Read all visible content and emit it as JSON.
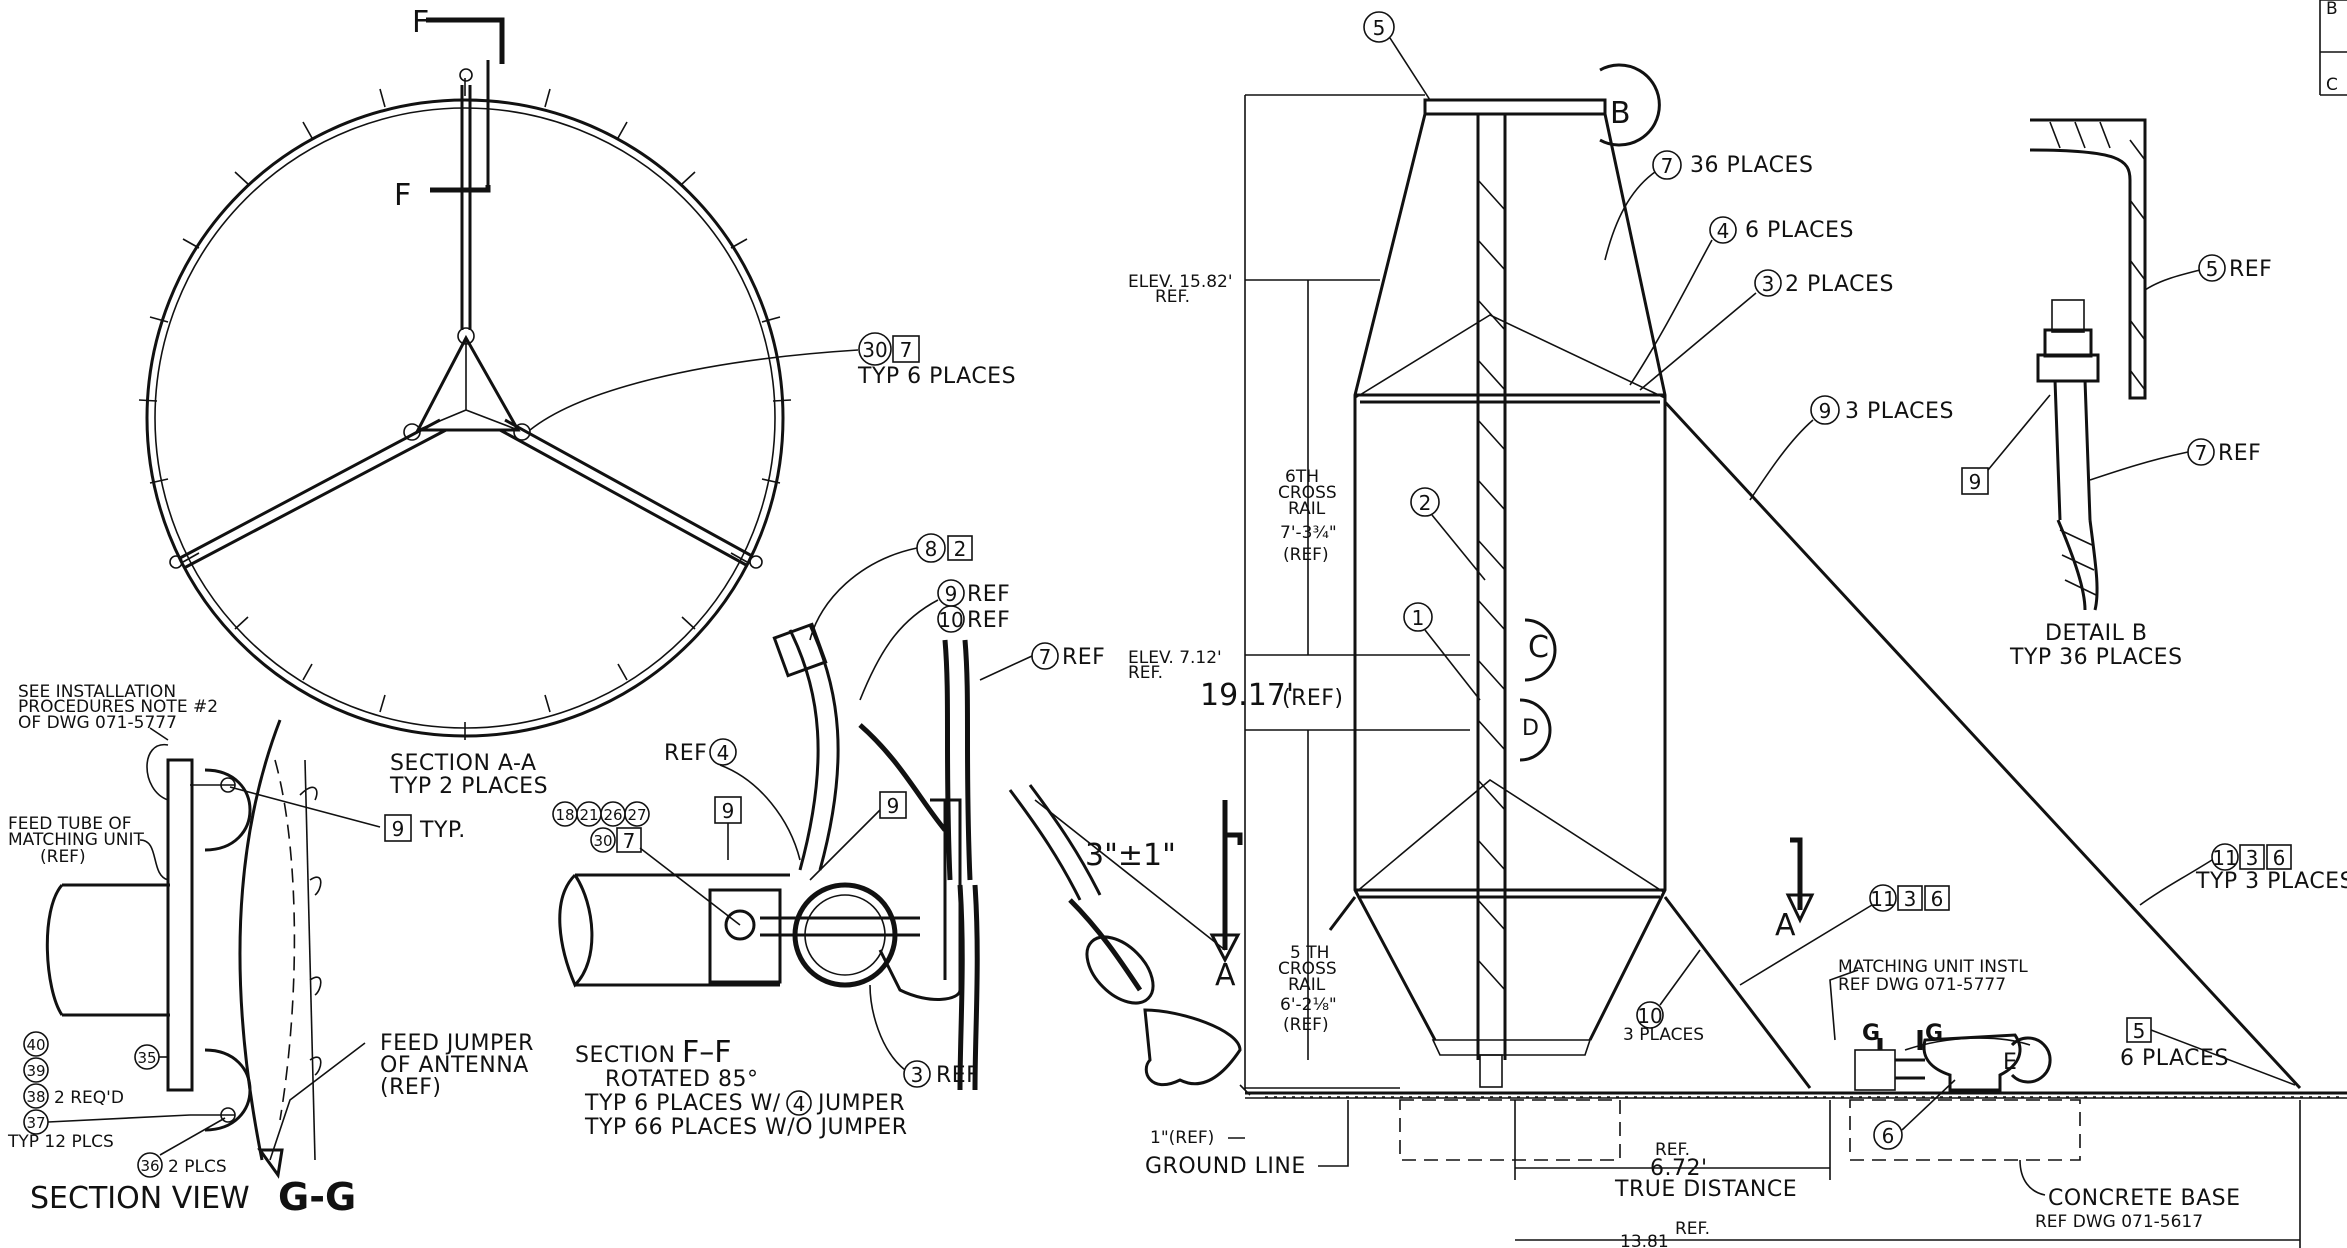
{
  "callouts": {
    "sec_aa_title": "SECTION A-A",
    "sec_aa_sub": "TYP 2 PLACES",
    "sec_aa_note": "TYP 6 PLACES",
    "cut_f": "F",
    "ff_title_a": "SECTION",
    "ff_title_b": "F–F",
    "ff_sub1": "ROTATED 85°",
    "ff_sub2a": "TYP 6 PLACES W/",
    "ff_sub2b": "JUMPER",
    "ff_sub3": "TYP 66 PLACES W/O JUMPER",
    "ff_ref": "REF",
    "ff_dim": "3\"±1\"",
    "ff_9ref": "REF",
    "ff_10ref": "REF",
    "ff_7ref": "REF",
    "ff_3ref": "REF",
    "cut_a": "A",
    "gg_note1": "SEE INSTALLATION",
    "gg_note2": "PROCEDURES NOTE #2",
    "gg_note3": "OF DWG 071-5777",
    "gg_feed1": "FEED TUBE OF",
    "gg_feed2": "MATCHING UNIT",
    "gg_feed3": "(REF)",
    "gg_typ": "TYP.",
    "gg_jump1": "FEED JUMPER",
    "gg_jump2": "OF ANTENNA",
    "gg_jump3": "(REF)",
    "gg_2req": "2 REQ'D",
    "gg_typ12": "TYP 12 PLCS",
    "gg_2plcs": "2 PLCS",
    "gg_title_a": "SECTION VIEW",
    "gg_title_b": "G-G",
    "elev1a": "ELEV. 15.82'",
    "elev1b": "REF.",
    "elev2a": "ELEV. 7.12'",
    "elev2b": "REF.",
    "rail6a": "6TH",
    "rail6b": "CROSS",
    "rail6c": "RAIL",
    "rail6d": "7'-3¾\"",
    "rail6e": "(REF)",
    "rail5a": "5 TH",
    "rail5b": "CROSS",
    "rail5c": "RAIL",
    "rail5d": "6'-2⅛\"",
    "rail5e": "(REF)",
    "height": "19.17'",
    "height_ref": "(REF)",
    "one_in": "1\"(REF)",
    "ground": "GROUND LINE",
    "true_ref": "REF.",
    "true_val": "6.72'",
    "true_lbl": "TRUE DISTANCE",
    "d1381": "13.81",
    "d1381_ref": "REF.",
    "b_tag": "B",
    "c_tag": "C",
    "d_tag": "D",
    "e_tag": "E",
    "g_tag": "G",
    "p7_36": "36 PLACES",
    "p4_6": "6 PLACES",
    "p3_2": "2 PLACES",
    "p9_3": "3 PLACES",
    "p10_3": "3 PLACES",
    "p11_typ": "TYP 3 PLACES",
    "mu1": "MATCHING UNIT INSTL",
    "mu2": "REF DWG 071-5777",
    "p5_6": "6 PLACES",
    "cb1": "CONCRETE BASE",
    "cb2": "REF DWG 071-5617",
    "db_title": "DETAIL B",
    "db_sub": "TYP 36 PLACES",
    "db_5ref": "REF",
    "db_7ref": "REF",
    "border_b": "B",
    "border_c": "C"
  },
  "balloons": {
    "n30": "30",
    "n7": "7",
    "n8": "8",
    "n2": "2",
    "n9": "9",
    "n10": "10",
    "n4": "4",
    "n3": "3",
    "n18": "18",
    "n21": "21",
    "n26": "26",
    "n27": "27",
    "n40": "40",
    "n39": "39",
    "n38": "38",
    "n37": "37",
    "n35": "35",
    "n36": "36",
    "n1": "1",
    "n5": "5",
    "n6": "6",
    "n11": "11"
  }
}
